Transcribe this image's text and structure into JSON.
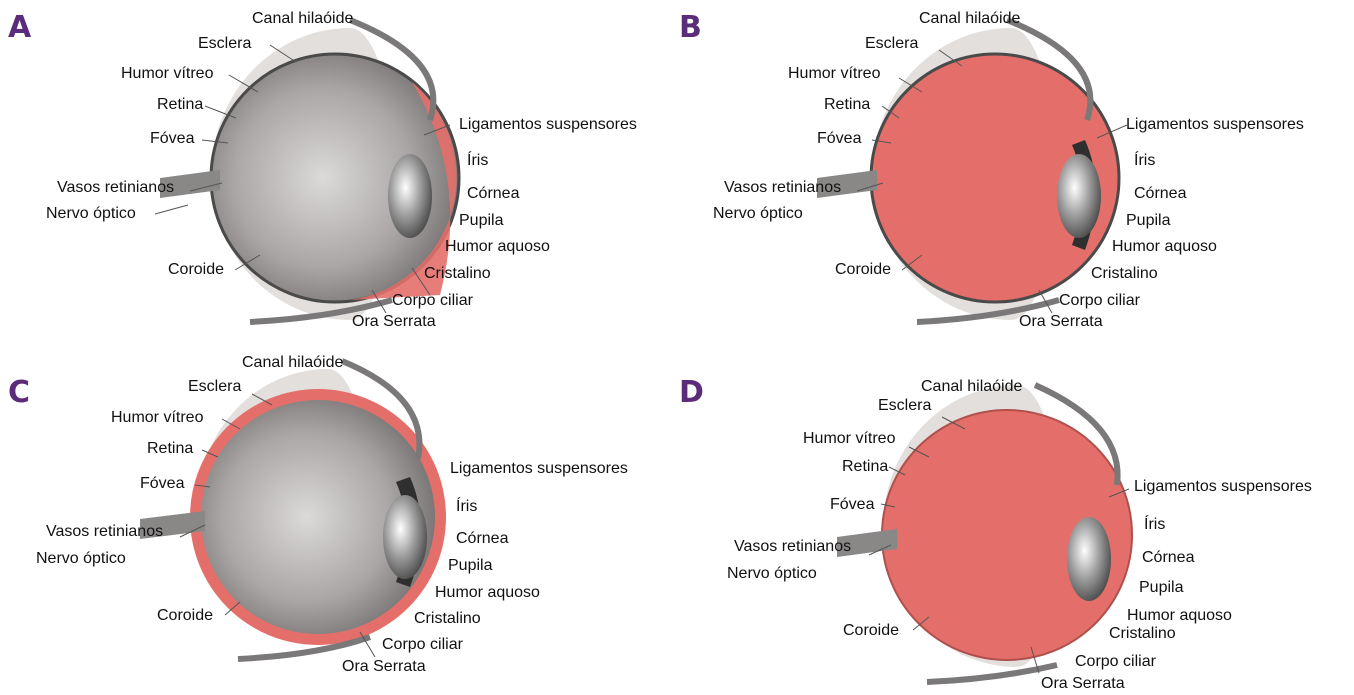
{
  "colors": {
    "letter": "#5b2c7a",
    "highlight": "#e46f6a",
    "eyeball_gray": "#9a9898",
    "shell": "#d9d6d4",
    "text": "#111111"
  },
  "panels": [
    {
      "letter": "A",
      "highlight": "anterior-segment",
      "labels": {
        "canal": "Canal hilaóide",
        "esclera": "Esclera",
        "humor_vitreo": "Humor vítreo",
        "retina": "Retina",
        "fovea": "Fóvea",
        "vasos": "Vasos retinianos",
        "nervo": "Nervo óptico",
        "coroide": "Coroide",
        "ligamentos": "Ligamentos suspensores",
        "iris": "Íris",
        "cornea": "Córnea",
        "pupila": "Pupila",
        "aquoso": "Humor aquoso",
        "cristalino": "Cristalino",
        "corpo": "Corpo ciliar",
        "ora": "Ora Serrata"
      }
    },
    {
      "letter": "B",
      "highlight": "vitreous-body",
      "labels": {
        "canal": "Canal hilaóide",
        "esclera": "Esclera",
        "humor_vitreo": "Humor vítreo",
        "retina": "Retina",
        "fovea": "Fóvea",
        "vasos": "Vasos retinianos",
        "nervo": "Nervo óptico",
        "coroide": "Coroide",
        "ligamentos": "Ligamentos suspensores",
        "iris": "Íris",
        "cornea": "Córnea",
        "pupila": "Pupila",
        "aquoso": "Humor aquoso",
        "cristalino": "Cristalino",
        "corpo": "Corpo ciliar",
        "ora": "Ora Serrata"
      }
    },
    {
      "letter": "C",
      "highlight": "outer-wall-layer",
      "labels": {
        "canal": "Canal hilaóide",
        "esclera": "Esclera",
        "humor_vitreo": "Humor vítreo",
        "retina": "Retina",
        "fovea": "Fóvea",
        "vasos": "Vasos retinianos",
        "nervo": "Nervo óptico",
        "coroide": "Coroide",
        "ligamentos": "Ligamentos suspensores",
        "iris": "Íris",
        "cornea": "Córnea",
        "pupila": "Pupila",
        "aquoso": "Humor aquoso",
        "cristalino": "Cristalino",
        "corpo": "Corpo ciliar",
        "ora": "Ora Serrata"
      }
    },
    {
      "letter": "D",
      "highlight": "whole-interior",
      "labels": {
        "canal": "Canal hilaóide",
        "esclera": "Esclera",
        "humor_vitreo": "Humor vítreo",
        "retina": "Retina",
        "fovea": "Fóvea",
        "vasos": "Vasos retinianos",
        "nervo": "Nervo óptico",
        "coroide": "Coroide",
        "ligamentos": "Ligamentos suspensores",
        "iris": "Íris",
        "cornea": "Córnea",
        "pupila": "Pupila",
        "aquoso": "Humor aquoso",
        "cristalino": "Cristalino",
        "corpo": "Corpo ciliar",
        "ora": "Ora Serrata"
      }
    }
  ]
}
